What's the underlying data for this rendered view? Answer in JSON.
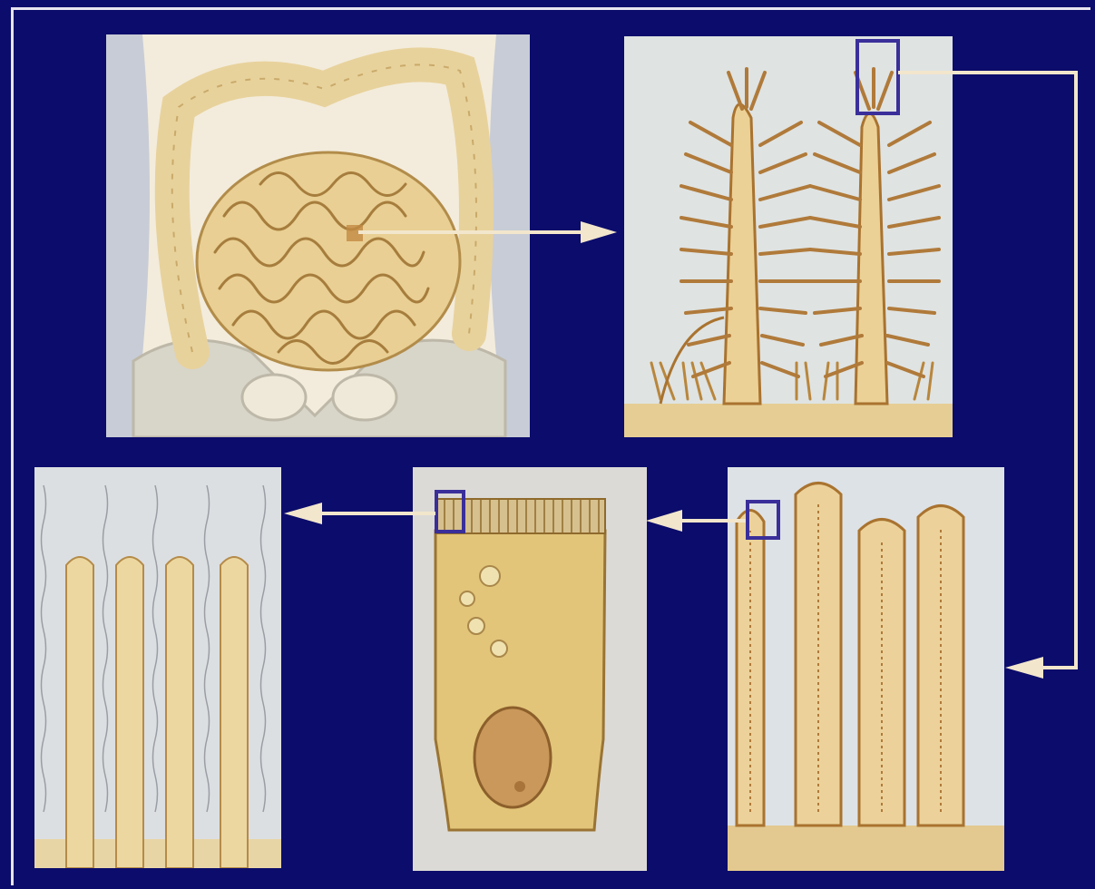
{
  "figure": {
    "panels": [
      {
        "id": "abdomen",
        "depicts": "small-intestine-in-abdomen"
      },
      {
        "id": "fold",
        "depicts": "circular-fold-with-villi"
      },
      {
        "id": "villi",
        "depicts": "villi"
      },
      {
        "id": "cell",
        "depicts": "absorptive-cell"
      },
      {
        "id": "microvilli",
        "depicts": "microvilli"
      }
    ],
    "colors": {
      "background": "#0b0c6b",
      "frame_line": "#e8e4f0",
      "arrow": "#f2e6cc",
      "highlight_box": "#3a2f9a",
      "tissue": "#e6c98a"
    }
  }
}
